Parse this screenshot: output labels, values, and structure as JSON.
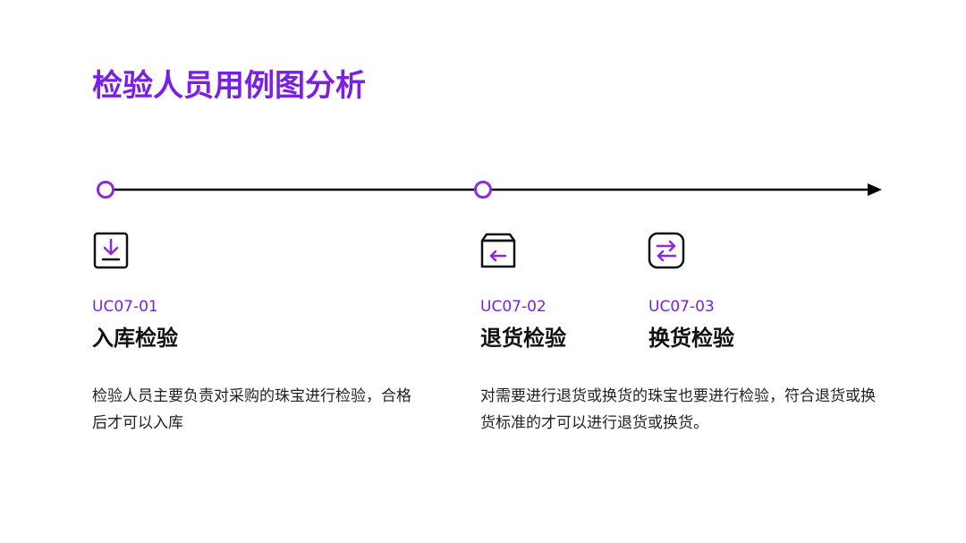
{
  "title": "检验人员用例图分析",
  "colors": {
    "accent": "#7a1fe6",
    "node_border": "#8a2be2",
    "text": "#111111",
    "line": "#000000"
  },
  "items": [
    {
      "icon": "download-tray-icon",
      "code": "UC07-01",
      "heading": "入库检验",
      "description": "检验人员主要负责对采购的珠宝进行检验，合格后才可以入库"
    },
    {
      "icon": "box-return-icon",
      "code": "UC07-02",
      "heading": "退货检验",
      "description": "对需要进行退货或换货的珠宝也要进行检验，符合退货或换货标准的才可以进行退货或换货。"
    },
    {
      "icon": "exchange-arrows-icon",
      "code": "UC07-03",
      "heading": "换货检验",
      "description": ""
    }
  ]
}
